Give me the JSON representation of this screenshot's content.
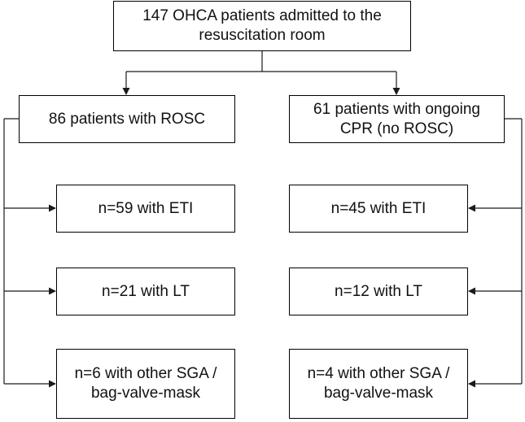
{
  "nodes": {
    "root": {
      "lines": [
        "147 OHCA patients admitted to the",
        "resuscitation room"
      ]
    },
    "rosc": {
      "lines": [
        "86 patients with ROSC"
      ]
    },
    "no_rosc": {
      "lines": [
        "61 patients with ongoing",
        "CPR (no ROSC)"
      ]
    },
    "rosc_eti": {
      "lines": [
        "n=59 with ETI"
      ]
    },
    "rosc_lt": {
      "lines": [
        "n=21 with LT"
      ]
    },
    "rosc_sga": {
      "lines": [
        "n=6 with other SGA /",
        "bag-valve-mask"
      ]
    },
    "norosc_eti": {
      "lines": [
        "n=45 with ETI"
      ]
    },
    "norosc_lt": {
      "lines": [
        "n=12 with LT"
      ]
    },
    "norosc_sga": {
      "lines": [
        "n=4 with other SGA /",
        "bag-valve-mask"
      ]
    }
  },
  "colors": {
    "line": "#1a1a1a",
    "box_border": "#000000",
    "text": "#111111",
    "background": "#ffffff"
  }
}
